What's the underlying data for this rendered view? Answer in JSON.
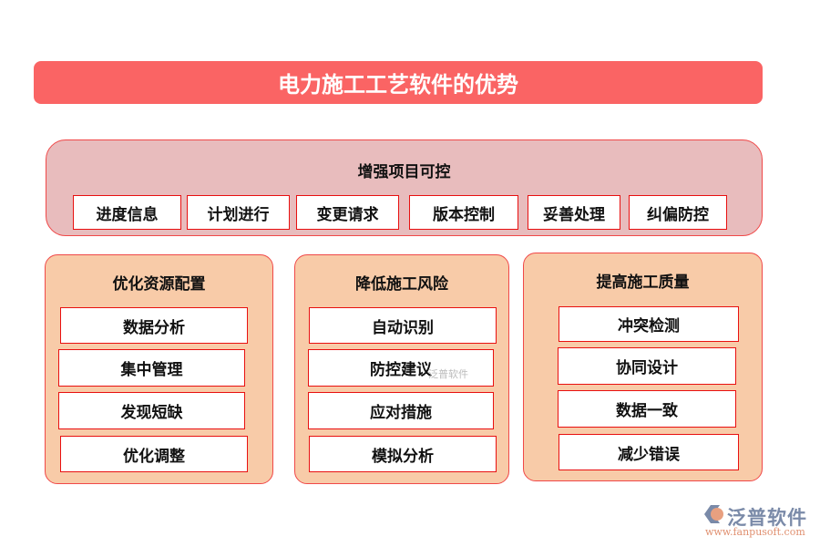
{
  "title": "电力施工工艺软件的优势",
  "top": {
    "title": "增强项目可控",
    "items": [
      "进度信息",
      "计划进行",
      "变更请求",
      "版本控制",
      "妥善处理",
      "纠偏防控"
    ]
  },
  "left": {
    "title": "优化资源配置",
    "items": [
      "数据分析",
      "集中管理",
      "发现短缺",
      "优化调整"
    ]
  },
  "middle": {
    "title": "降低施工风险",
    "items": [
      "自动识别",
      "防控建议",
      "应对措施",
      "模拟分析"
    ]
  },
  "right": {
    "title": "提高施工质量",
    "items": [
      "冲突检测",
      "协同设计",
      "数据一致",
      "减少错误"
    ]
  },
  "watermark": "泛普软件",
  "logo": {
    "name": "泛普软件",
    "url": "www.fanpusoft.com"
  },
  "colors": {
    "title": "#fa6464",
    "top_panel": "#e8bcbd",
    "panel": "#f8cba8",
    "border": "#e81010"
  }
}
